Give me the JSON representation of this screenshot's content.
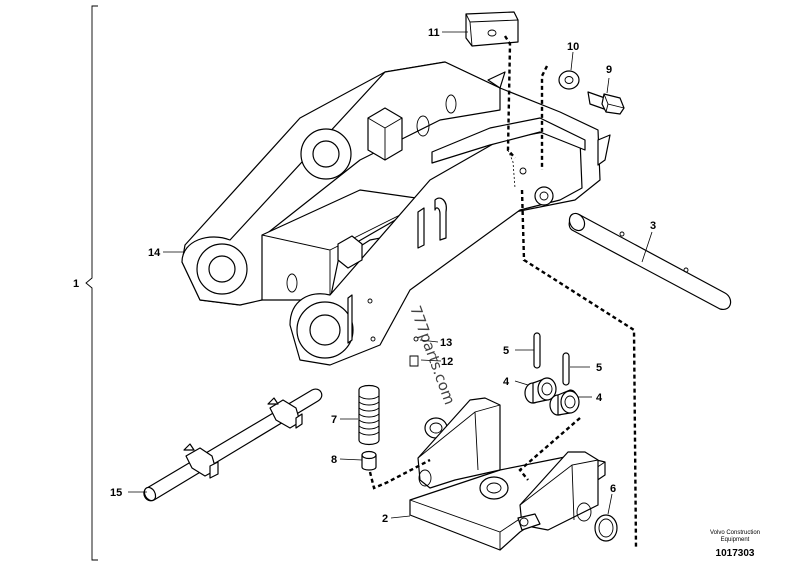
{
  "callouts": {
    "c1": "1",
    "c2": "2",
    "c3": "3",
    "c4a": "4",
    "c4b": "4",
    "c5a": "5",
    "c5b": "5",
    "c6": "6",
    "c7": "7",
    "c8": "8",
    "c9": "9",
    "c10": "10",
    "c11": "11",
    "c12": "12",
    "c13": "13",
    "c14": "14",
    "c15": "15"
  },
  "watermark": "777parts.com",
  "brand": {
    "line1": "Volvo Construction",
    "line2": "Equipment"
  },
  "figure_code": "1017303"
}
